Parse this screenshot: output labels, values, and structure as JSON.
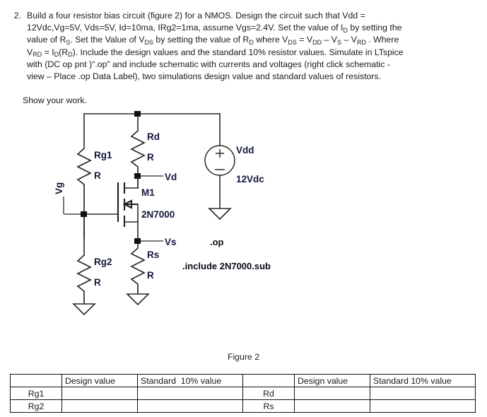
{
  "question": {
    "number": "2.",
    "lines": [
      "Build a four resistor bias circuit (figure 2) for a NMOS.  Design the circuit such that Vdd =",
      "12Vdc,Vg=5V, Vds=5V, Id=10ma, IRg2=1ma, assume Vgs=2.4V. Set the value of I_D by setting the",
      "value of R_S. Set the Value of V_DS by setting the value of R_D where V_DS = V_DD – V_S – V_RD . Where",
      "V_RD = I_D(R_D). Include the design values and the standard 10% resistor values. Simulate in LTspice",
      "with (DC op pnt )“.op” and include schematic with currents and voltages (right click schematic -",
      "view – Place .op Data Label), two simulations design value and standard values of resistors."
    ],
    "last_line": "Show your work."
  },
  "schematic": {
    "labels": {
      "rd_name": "Rd",
      "rd_value": "R",
      "rg1_name": "Rg1",
      "rg1_value": "R",
      "rg2_name": "Rg2",
      "rg2_value": "R",
      "rs_name": "Rs",
      "rs_value": "R",
      "vd_node": "Vd",
      "vs_node": "Vs",
      "vg_node": "Vg",
      "m1_name": "M1",
      "m1_model": "2N7000",
      "vdd_name": "Vdd",
      "vdd_value": "12Vdc"
    },
    "directives": {
      "op": ".op",
      "include": ".include 2N7000.sub"
    },
    "colors": {
      "label": "#12163c",
      "wire": "#2a2a2a"
    }
  },
  "figure_caption": "Figure 2",
  "table": {
    "headers": {
      "blank_left": "",
      "design_left": "Design value",
      "standard_left": "Standard  10% value",
      "blank_right": "",
      "design_right": "Design value",
      "standard_right": "Standard 10% value"
    },
    "rows": [
      {
        "left_name": "Rg1",
        "left_design": "",
        "left_standard": "",
        "right_name": "Rd",
        "right_design": "",
        "right_standard": ""
      },
      {
        "left_name": "Rg2",
        "left_design": "",
        "left_standard": "",
        "right_name": "Rs",
        "right_design": "",
        "right_standard": ""
      }
    ]
  }
}
